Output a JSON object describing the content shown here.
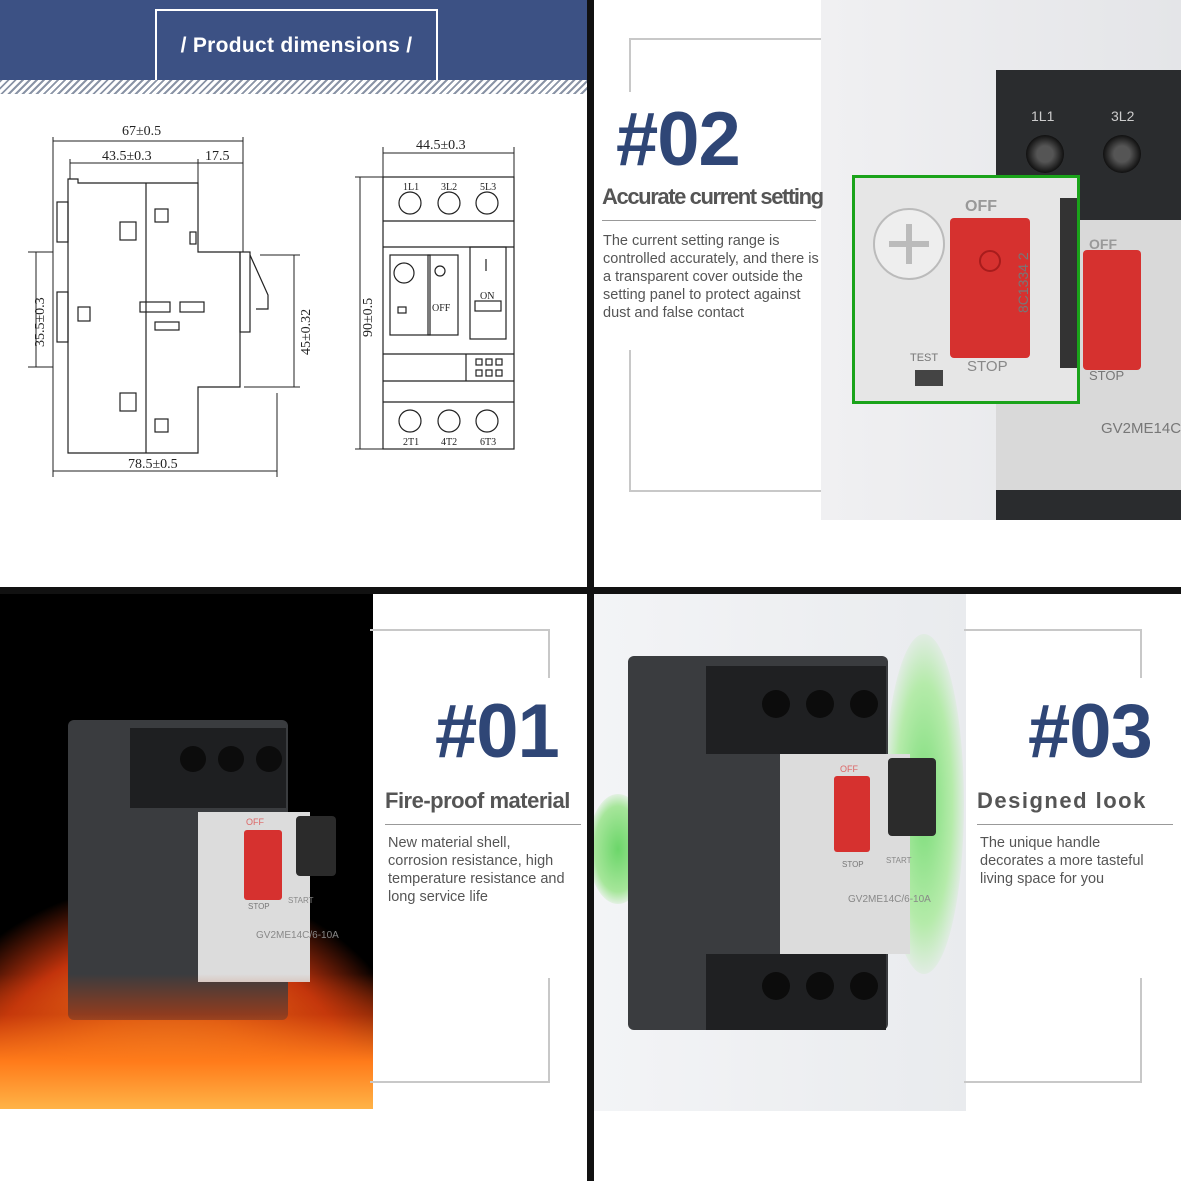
{
  "header": {
    "title": "/ Product dimensions /"
  },
  "diagram": {
    "side_labels": [
      "67±0.5",
      "43.5±0.3",
      "17.5",
      "35.5±0.3",
      "45±0.32",
      "78.5±0.5"
    ],
    "front_labels": [
      "44.5±0.3",
      "90±0.5"
    ],
    "terminal_top": [
      "1L1",
      "3L2",
      "5L3"
    ],
    "terminal_bottom": [
      "2T1",
      "4T2",
      "6T3"
    ],
    "switch_off": "OFF",
    "switch_on": "ON"
  },
  "feature2": {
    "number": "#02",
    "title": "Accurate current setting",
    "description": "The current setting range is controlled accurately, and there is a transparent cover outside the setting panel to protect against dust and false contact",
    "photo": {
      "off": "OFF",
      "stop": "STOP",
      "test": "TEST",
      "code": "8C1334 2",
      "model": "GV2ME14C",
      "t1": "1L1",
      "t2": "3L2"
    }
  },
  "feature1": {
    "number": "#01",
    "title": "Fire-proof material",
    "description": "New material shell, corrosion resistance, high temperature resistance and long service life",
    "photo": {
      "model": "GV2ME14C/6-10A",
      "off": "OFF",
      "start": "START",
      "stop": "STOP"
    }
  },
  "feature3": {
    "number": "#03",
    "title": "Designed look",
    "description": "The unique handle decorates a more tasteful living space for you",
    "photo": {
      "model": "GV2ME14C/6-10A",
      "off": "OFF",
      "start": "START",
      "stop": "STOP"
    }
  },
  "colors": {
    "accent": "#3c5184",
    "number": "#2f4676",
    "highlight": "#1aa31a",
    "button": "#d6312f"
  }
}
